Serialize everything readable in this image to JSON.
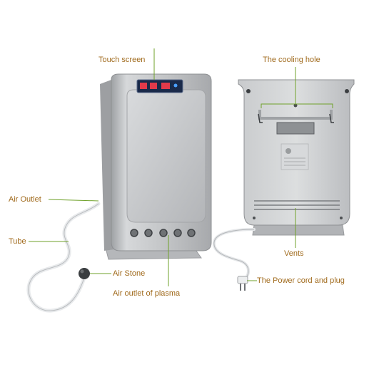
{
  "callouts": {
    "touch_screen": "Touch screen",
    "cooling_hole": "The cooling hole",
    "air_outlet": "Air Outlet",
    "tube": "Tube",
    "air_stone": "Air Stone",
    "air_outlet_plasma": "Air outlet of plasma",
    "vents": "Vents",
    "power_cord": "The Power cord and plug"
  },
  "colors": {
    "label_text": "#a06a1c",
    "leader_line": "#6fa12a",
    "device_body": "#c4c6c8",
    "display_panel": "#1a2a4a"
  }
}
